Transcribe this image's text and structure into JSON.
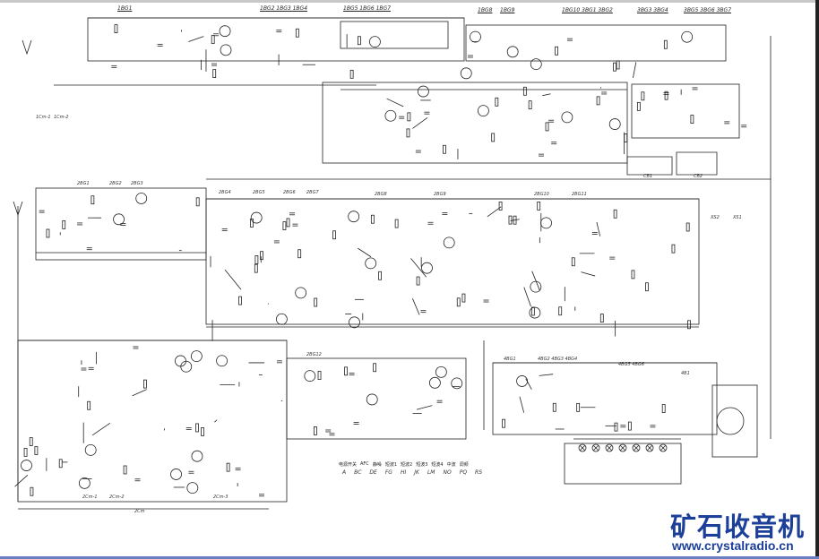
{
  "diagram": {
    "title_labels": [
      "1BG1",
      "1BG2 1BG3 1BG4",
      "1BG5 1BG6 1BG7",
      "1BG8",
      "1BG9",
      "1BG10 3BG1 3BG2",
      "3BG3 3BG4",
      "3BG5 3BG6 3BG7"
    ],
    "section_labels": [
      "2BG1",
      "2BG2",
      "2BG3",
      "2BG4",
      "2BG5",
      "2BG6",
      "2BG7",
      "2BG8",
      "2BG9",
      "2BG10",
      "2BG11",
      "2BG12",
      "4BG1",
      "4BG2 4BG3 4BG4",
      "4BG5 4BG6",
      "4B1",
      "2Cm-1",
      "2Cm-2",
      "2Cm-3",
      "2Cm",
      "1Cm-1",
      "1Cm-2",
      "CB1",
      "CB2",
      "XS2",
      "XS1"
    ],
    "legend": {
      "headers": [
        "电源开关",
        "AFC",
        "静噪",
        "短波1",
        "短波2",
        "短波3",
        "短波4",
        "中波",
        "调频"
      ],
      "letters": [
        "A",
        "BC",
        "DE",
        "FG",
        "HI",
        "JK",
        "LM",
        "NO",
        "PQ",
        "RS"
      ]
    }
  },
  "watermark": {
    "name": "矿石收音机",
    "url": "www.crystalradio.cn",
    "color": "#1c3f9a"
  }
}
